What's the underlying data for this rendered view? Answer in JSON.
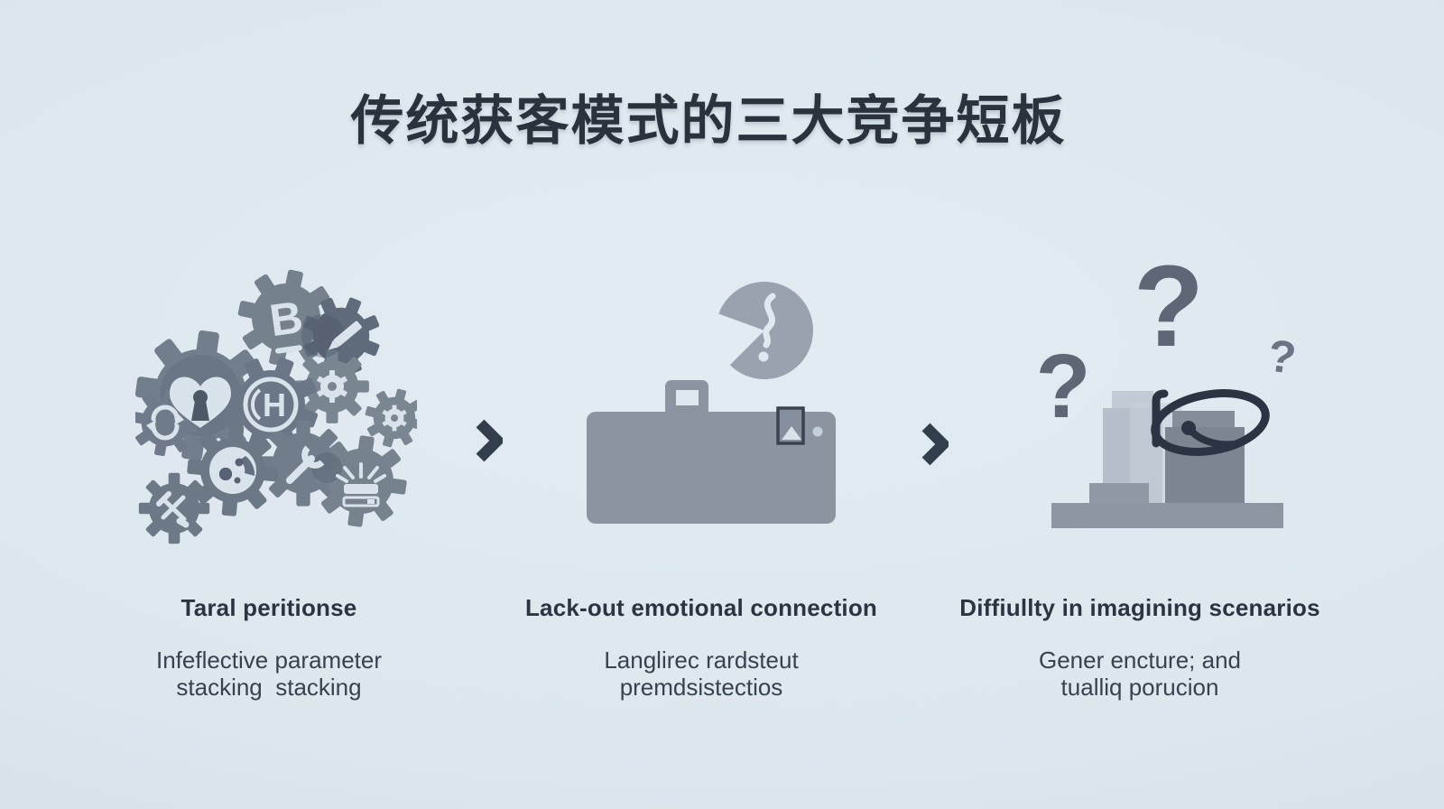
{
  "page": {
    "background_color": "#dde7ee",
    "ink_color": "#2b3541"
  },
  "title": {
    "text": "传统获客模式的三大竞争短板"
  },
  "columns": [
    {
      "icon": "gears-cluster-icon",
      "heading": "Taral peritionse",
      "subtitle_line1": "Infeflective parameter",
      "subtitle_line2": "stacking  stacking"
    },
    {
      "icon": "briefcase-alert-icon",
      "heading": "Lack-out emotional connection",
      "subtitle_line1": "Langlirec rardsteut",
      "subtitle_line2": "premdsistectios"
    },
    {
      "icon": "question-blocks-icon",
      "heading": "Diffiullty in imagining scenarios",
      "subtitle_line1": "Gener encture; and",
      "subtitle_line2": "tualliq porucion"
    }
  ],
  "separators": [
    {
      "icon": "chevron-right-icon"
    },
    {
      "icon": "chevron-right-icon"
    }
  ],
  "glyphs": {
    "gear_letter_b": "B",
    "gear_letter_h": "H",
    "question_mark": "?"
  },
  "colors": {
    "gear_gray": "#76818e",
    "gear_dark": "#5f6a7b",
    "briefcase_gray": "#8b95a2",
    "alert_circle_gray": "#99a3b0",
    "chevron_dark": "#333e4d",
    "question_gray": "#5d6776",
    "block_light": "#b5bfcb",
    "block_dark": "#7c8693",
    "base_gray": "#8d97a4",
    "lasso_dark": "#2b3442",
    "glyph_white": "#d9e3ec"
  }
}
